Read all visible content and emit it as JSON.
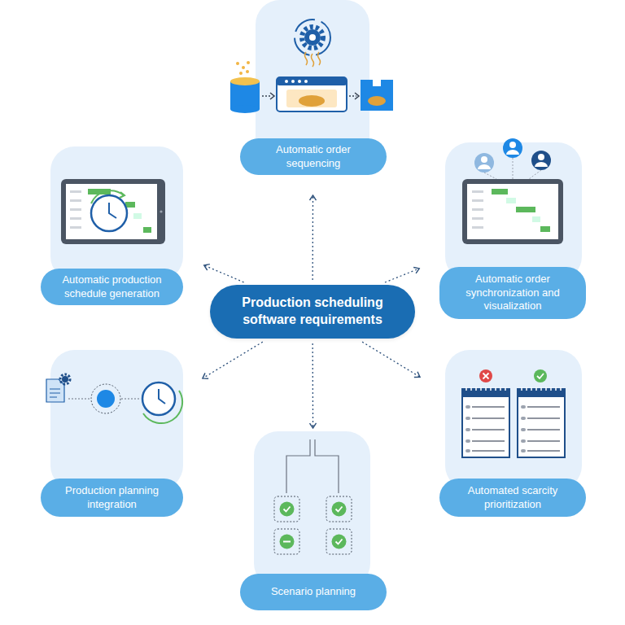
{
  "diagram": {
    "nodes": [
      {
        "text": [
          "Production scheduling software requirements"
        ]
      },
      {
        "text": [
          "Automatic order sequencing"
        ]
      },
      {
        "text": [
          "Automatic production schedule generation"
        ]
      },
      {
        "text": [
          "Automatic order synchronization and visualization"
        ]
      },
      {
        "text": [
          "Production planning integration"
        ]
      },
      {
        "text": [
          "Automated scarcity prioritization"
        ]
      },
      {
        "text": [
          "Scenario planning"
        ]
      }
    ],
    "edges": [
      {
        "from": 0,
        "to": 1,
        "arrow": "to"
      },
      {
        "from": 0,
        "to": 2,
        "arrow": "to"
      },
      {
        "from": 0,
        "to": 3,
        "arrow": "to"
      },
      {
        "from": 0,
        "to": 4,
        "arrow": "to"
      },
      {
        "from": 0,
        "to": 5,
        "arrow": "to"
      },
      {
        "from": 0,
        "to": 6,
        "arrow": "to"
      }
    ]
  }
}
